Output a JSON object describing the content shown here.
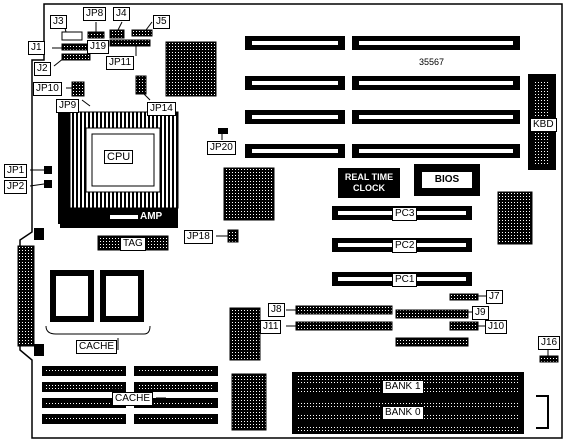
{
  "board": {
    "part_number": "35567",
    "jumpers": {
      "j1": "J1",
      "j2": "J2",
      "j3": "J3",
      "j4": "J4",
      "j5": "J5",
      "j7": "J7",
      "j8": "J8",
      "j9": "J9",
      "j10": "J10",
      "j11": "J11",
      "j16": "J16",
      "jp1": "JP1",
      "jp2": "JP2",
      "jp8": "JP8",
      "jp9": "JP9",
      "jp10": "JP10",
      "jp11": "JP11",
      "jp14": "JP14",
      "jp18": "JP18",
      "jp19": "J19",
      "jp20": "JP20"
    },
    "cpu": "CPU",
    "amp": "AMP",
    "tag": "TAG",
    "cache_left": "CACHE",
    "cache_bottom": "CACHE",
    "kbd": "KBD",
    "rtc_line1": "REAL TIME",
    "rtc_line2": "CLOCK",
    "bios": "BIOS",
    "pc_slots": [
      "PC3",
      "PC2",
      "PC1"
    ],
    "banks": [
      "BANK 1",
      "BANK 0"
    ]
  }
}
